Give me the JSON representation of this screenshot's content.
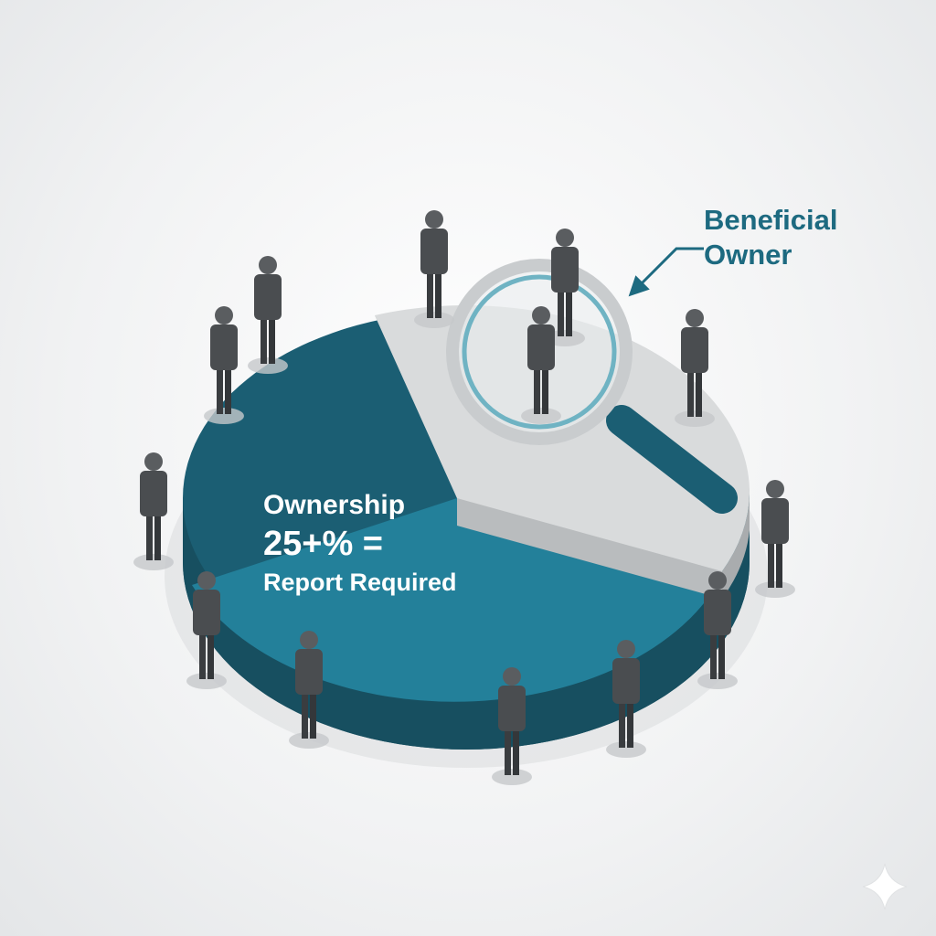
{
  "pie_label": {
    "line1": "Ownership",
    "line2": "25+% =",
    "line3": "Report Required"
  },
  "callout": {
    "line1": "Beneficial",
    "line2": "Owner"
  },
  "colors": {
    "dark_teal": "#1b5e73",
    "light_teal": "#23809a",
    "side_teal": "#174f60",
    "slice_grey": "#d9dbdc",
    "accent_text": "#1d6a80"
  },
  "icons": [
    "magnifier-icon",
    "arrow-icon",
    "sparkle-icon",
    "person-icon"
  ]
}
